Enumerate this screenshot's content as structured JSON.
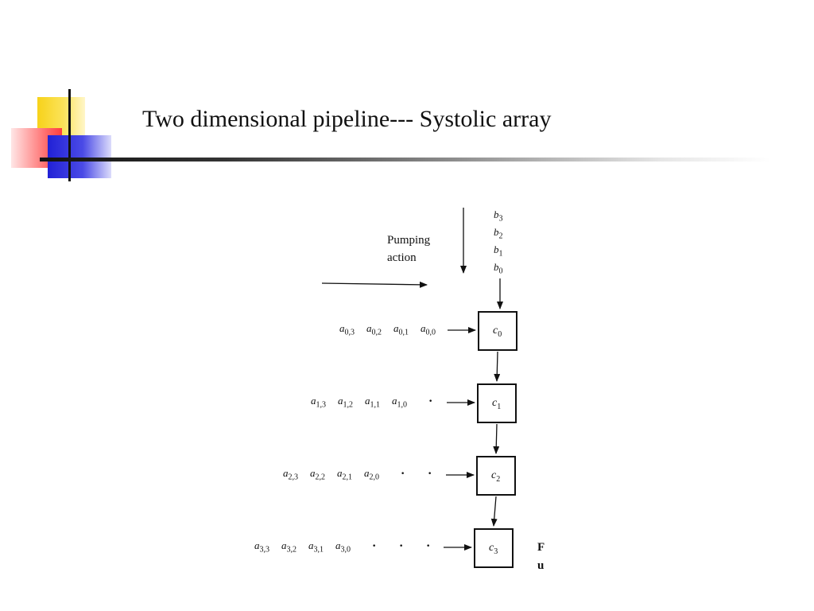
{
  "slide": {
    "title": "Two dimensional pipeline--- Systolic array"
  },
  "diagram": {
    "pumping_label": [
      "Pumping",
      "action"
    ],
    "b_inputs": [
      {
        "base": "b",
        "sub": "3"
      },
      {
        "base": "b",
        "sub": "2"
      },
      {
        "base": "b",
        "sub": "1"
      },
      {
        "base": "b",
        "sub": "0"
      }
    ],
    "rows": [
      {
        "terms": [
          {
            "base": "a",
            "sub": "0,3"
          },
          {
            "base": "a",
            "sub": "0,2"
          },
          {
            "base": "a",
            "sub": "0,1"
          },
          {
            "base": "a",
            "sub": "0,0"
          }
        ],
        "dots": 0,
        "cell": {
          "base": "c",
          "sub": "0"
        }
      },
      {
        "terms": [
          {
            "base": "a",
            "sub": "1,3"
          },
          {
            "base": "a",
            "sub": "1,2"
          },
          {
            "base": "a",
            "sub": "1,1"
          },
          {
            "base": "a",
            "sub": "1,0"
          }
        ],
        "dots": 1,
        "cell": {
          "base": "c",
          "sub": "1"
        }
      },
      {
        "terms": [
          {
            "base": "a",
            "sub": "2,3"
          },
          {
            "base": "a",
            "sub": "2,2"
          },
          {
            "base": "a",
            "sub": "2,1"
          },
          {
            "base": "a",
            "sub": "2,0"
          }
        ],
        "dots": 2,
        "cell": {
          "base": "c",
          "sub": "2"
        }
      },
      {
        "terms": [
          {
            "base": "a",
            "sub": "3,3"
          },
          {
            "base": "a",
            "sub": "3,2"
          },
          {
            "base": "a",
            "sub": "3,1"
          },
          {
            "base": "a",
            "sub": "3,0"
          }
        ],
        "dots": 3,
        "cell": {
          "base": "c",
          "sub": "3"
        }
      }
    ],
    "cutoff_text": [
      "F",
      "u"
    ]
  }
}
